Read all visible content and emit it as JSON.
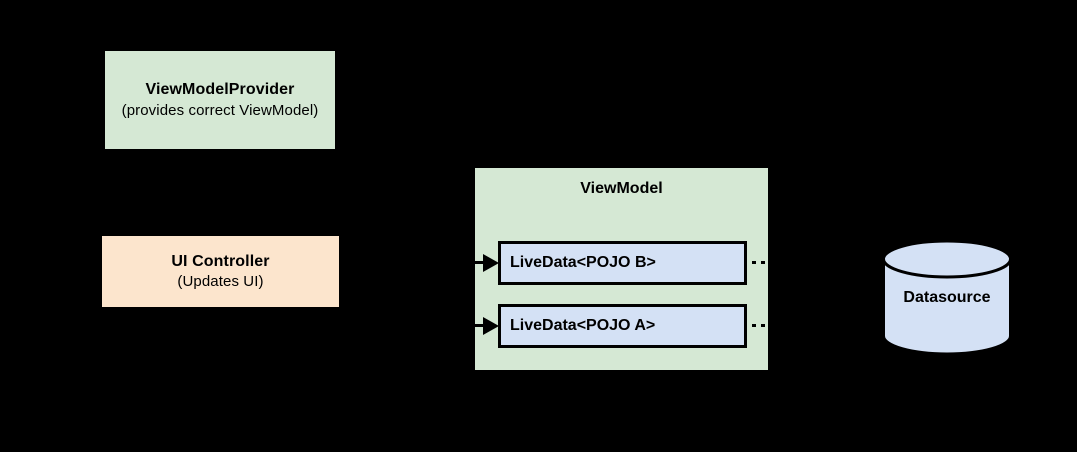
{
  "diagram": {
    "background_color": "#000000",
    "palette": {
      "green_fill": "#d5e8d4",
      "blue_fill": "#d4e1f5",
      "peach_fill": "#fce5cd",
      "stroke": "#000000",
      "text": "#000000"
    },
    "nodes": {
      "viewmodel_provider": {
        "title": "ViewModelProvider",
        "subtitle": "(provides correct ViewModel)",
        "fill": "#d5e8d4"
      },
      "ui_controller": {
        "title": "UI Controller",
        "subtitle": "(Updates UI)",
        "fill": "#fce5cd"
      },
      "viewmodel": {
        "title": "ViewModel",
        "fill": "#d5e8d4",
        "children": [
          {
            "label": "LiveData<POJO B>",
            "fill": "#d4e1f5"
          },
          {
            "label": "LiveData<POJO A>",
            "fill": "#d4e1f5"
          }
        ]
      },
      "datasource": {
        "title": "Datasource",
        "fill": "#d4e1f5",
        "shape": "cylinder-icon"
      }
    },
    "connectors": [
      {
        "name": "arrow-into-livedata-b",
        "style": "solid-arrow",
        "direction": "right"
      },
      {
        "name": "arrow-into-livedata-a",
        "style": "solid-arrow",
        "direction": "right"
      },
      {
        "name": "dashed-from-livedata-b",
        "style": "dashed",
        "direction": "right"
      },
      {
        "name": "dashed-from-livedata-a",
        "style": "dashed",
        "direction": "right"
      }
    ]
  }
}
